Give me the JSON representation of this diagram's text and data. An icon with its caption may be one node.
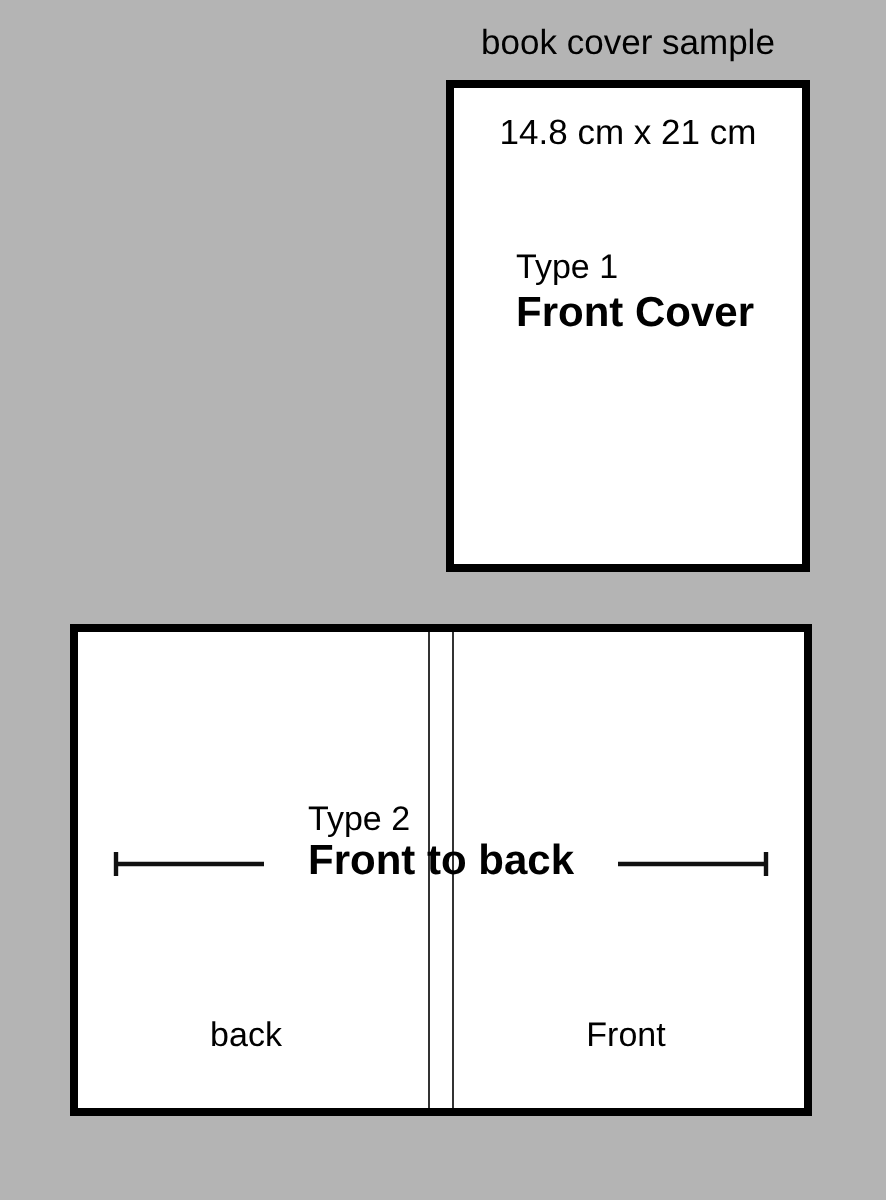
{
  "diagram": {
    "title": "book cover sample",
    "nodes": [
      {
        "text": [
          "14.8 cm x 21 cm",
          "Type 1",
          "Front Cover"
        ]
      },
      {
        "text": [
          "Type 2",
          "Front to back",
          "back",
          "Front"
        ]
      }
    ]
  }
}
